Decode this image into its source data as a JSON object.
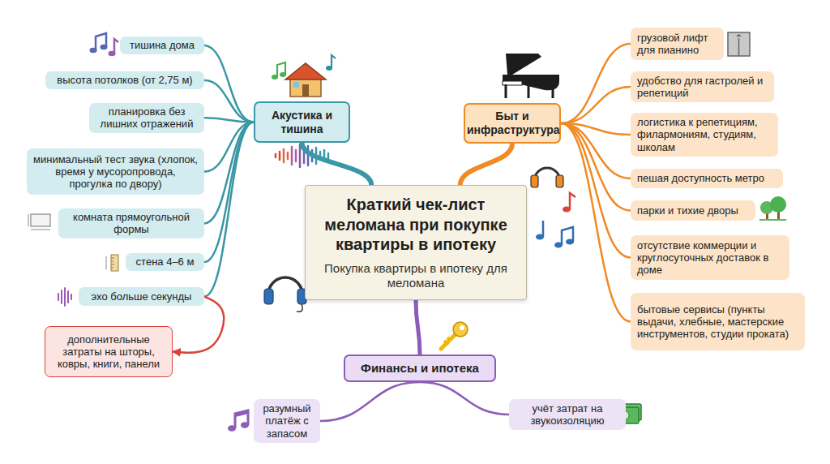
{
  "diagram": {
    "nodes": [
      {
        "text": [
          "Краткий чек-лист меломана при покупке квартиры в ипотеку",
          "Покупка квартиры в ипотеку для меломана"
        ]
      },
      {
        "text": [
          "Акустика и тишина"
        ]
      },
      {
        "text": [
          "тишина дома"
        ]
      },
      {
        "text": [
          "высота потолков (от 2,75 м)"
        ]
      },
      {
        "text": [
          "планировка без лишних отражений"
        ]
      },
      {
        "text": [
          "минимальный тест звука (хлопок, время у мусоропровода, прогулка по двору)"
        ]
      },
      {
        "text": [
          "комната прямоугольной формы"
        ]
      },
      {
        "text": [
          "стена 4–6 м"
        ]
      },
      {
        "text": [
          "эхо больше секунды"
        ]
      },
      {
        "text": [
          "дополнительные затраты на шторы, ковры, книги, панели"
        ]
      },
      {
        "text": [
          "Быт и инфраструктура"
        ]
      },
      {
        "text": [
          "грузовой лифт для пианино"
        ]
      },
      {
        "text": [
          "удобство для гастролей и репетиций"
        ]
      },
      {
        "text": [
          "логистика к репетициям, филармониям, студиям, школам"
        ]
      },
      {
        "text": [
          "пешая доступность метро"
        ]
      },
      {
        "text": [
          "парки и тихие дворы"
        ]
      },
      {
        "text": [
          "отсутствие коммерции и круглосуточных доставок в доме"
        ]
      },
      {
        "text": [
          "бытовые сервисы (пункты выдачи, хлебные, мастерские инструментов, студии проката)"
        ]
      },
      {
        "text": [
          "Финансы и ипотека"
        ]
      },
      {
        "text": [
          "разумный платёж с запасом"
        ]
      },
      {
        "text": [
          "учёт затрат на звукоизоляцию"
        ]
      }
    ],
    "edges": [
      {
        "from": 0,
        "to": 1,
        "arrow": "none"
      },
      {
        "from": 0,
        "to": 10,
        "arrow": "none"
      },
      {
        "from": 0,
        "to": 18,
        "arrow": "none"
      },
      {
        "from": 1,
        "to": 2,
        "arrow": "none"
      },
      {
        "from": 1,
        "to": 3,
        "arrow": "none"
      },
      {
        "from": 1,
        "to": 4,
        "arrow": "none"
      },
      {
        "from": 1,
        "to": 5,
        "arrow": "none"
      },
      {
        "from": 1,
        "to": 6,
        "arrow": "none"
      },
      {
        "from": 1,
        "to": 7,
        "arrow": "none"
      },
      {
        "from": 1,
        "to": 8,
        "arrow": "none"
      },
      {
        "from": 8,
        "to": 9,
        "arrow": "to"
      },
      {
        "from": 10,
        "to": 11,
        "arrow": "none"
      },
      {
        "from": 10,
        "to": 12,
        "arrow": "none"
      },
      {
        "from": 10,
        "to": 13,
        "arrow": "none"
      },
      {
        "from": 10,
        "to": 14,
        "arrow": "none"
      },
      {
        "from": 10,
        "to": 15,
        "arrow": "none"
      },
      {
        "from": 10,
        "to": 16,
        "arrow": "none"
      },
      {
        "from": 10,
        "to": 17,
        "arrow": "none"
      },
      {
        "from": 18,
        "to": 19,
        "arrow": "none"
      },
      {
        "from": 18,
        "to": 20,
        "arrow": "none"
      }
    ]
  }
}
